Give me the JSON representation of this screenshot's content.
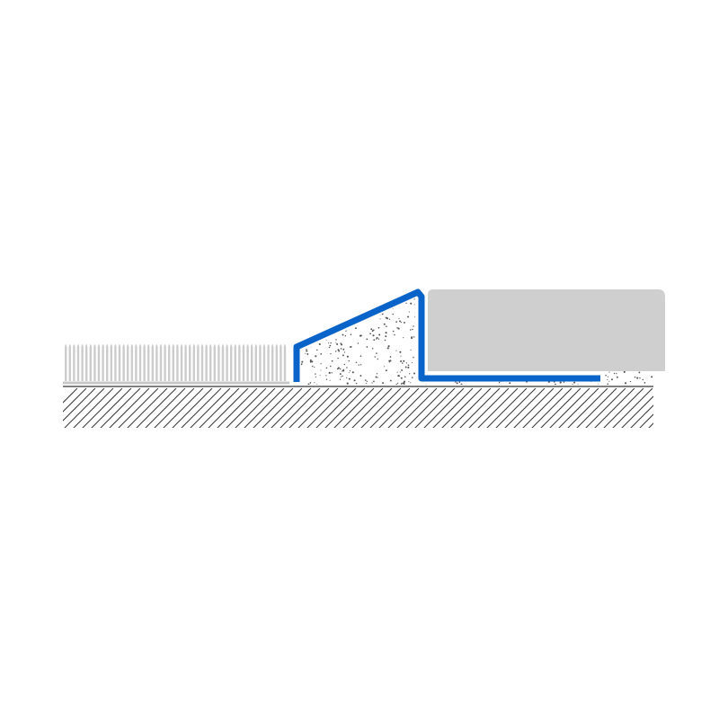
{
  "diagram": {
    "kind": "floor transition profile cross-section",
    "components": [
      {
        "id": "carpet",
        "icon": "carpet-pile-hatch"
      },
      {
        "id": "ramp-profile",
        "icon": "blue-ramp-profile"
      },
      {
        "id": "adhesive-bed",
        "icon": "stipple-fill"
      },
      {
        "id": "tile",
        "icon": "tile-slab"
      },
      {
        "id": "subfloor",
        "icon": "diagonal-hatch"
      }
    ]
  },
  "colors": {
    "background": "#ffffff",
    "profile": "#0a63c9",
    "tile": "#cfcfcf",
    "carpet": "#cccccc",
    "hatch": "#333333",
    "stipple": "#555555"
  }
}
